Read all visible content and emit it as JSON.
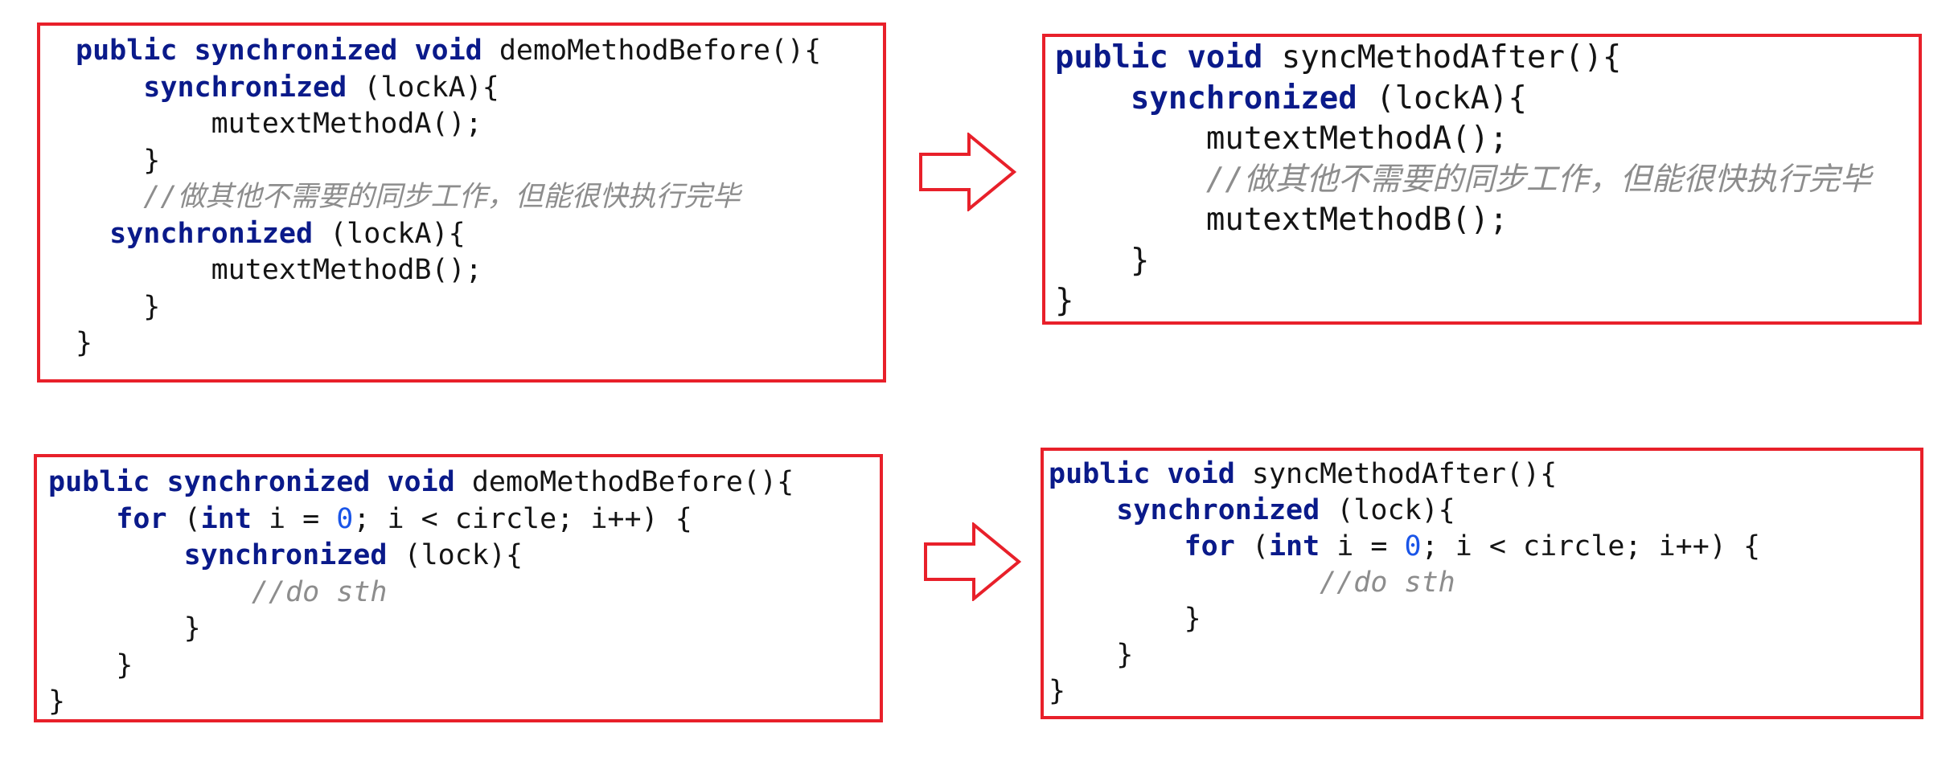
{
  "colors": {
    "frame": "#e8202a",
    "keyword": "#0a1a8a",
    "number": "#1a55e8",
    "comment": "#8d8d8d",
    "text": "#141414"
  },
  "panels": {
    "p1": {
      "lines": [
        [
          {
            "t": "public",
            "k": "kw"
          },
          {
            "t": " "
          },
          {
            "t": "synchronized",
            "k": "kw"
          },
          {
            "t": " "
          },
          {
            "t": "void",
            "k": "kw"
          },
          {
            "t": " demoMethodBefore(){"
          }
        ],
        [
          {
            "t": "    "
          },
          {
            "t": "synchronized",
            "k": "kw"
          },
          {
            "t": " (lockA){"
          }
        ],
        [
          {
            "t": "        mutextMethodA();"
          }
        ],
        [
          {
            "t": "    }"
          }
        ],
        [
          {
            "t": "    "
          },
          {
            "t": "//",
            "k": "cm"
          },
          {
            "t": "做其他不需要的同步工作，但能很快执行完毕",
            "k": "cm-zh"
          }
        ],
        [
          {
            "t": "  "
          },
          {
            "t": "synchronized",
            "k": "kw"
          },
          {
            "t": " (lockA){"
          }
        ],
        [
          {
            "t": "        mutextMethodB();"
          }
        ],
        [
          {
            "t": "    }"
          }
        ],
        [
          {
            "t": "}"
          }
        ]
      ]
    },
    "p2": {
      "lines": [
        [
          {
            "t": "public",
            "k": "kw"
          },
          {
            "t": " "
          },
          {
            "t": "void",
            "k": "kw"
          },
          {
            "t": " syncMethodAfter(){"
          }
        ],
        [
          {
            "t": "    "
          },
          {
            "t": "synchronized",
            "k": "kw"
          },
          {
            "t": " (lockA){"
          }
        ],
        [
          {
            "t": "        mutextMethodA();"
          }
        ],
        [
          {
            "t": "        "
          },
          {
            "t": "//",
            "k": "cm"
          },
          {
            "t": "做其他不需要的同步工作，但能很快执行完毕",
            "k": "cm-zh"
          }
        ],
        [
          {
            "t": "        mutextMethodB();"
          }
        ],
        [
          {
            "t": "    }"
          }
        ],
        [
          {
            "t": "}"
          }
        ]
      ]
    },
    "p3": {
      "lines": [
        [
          {
            "t": "public",
            "k": "kw"
          },
          {
            "t": " "
          },
          {
            "t": "synchronized",
            "k": "kw"
          },
          {
            "t": " "
          },
          {
            "t": "void",
            "k": "kw"
          },
          {
            "t": " demoMethodBefore(){"
          }
        ],
        [
          {
            "t": "    "
          },
          {
            "t": "for",
            "k": "kw"
          },
          {
            "t": " ("
          },
          {
            "t": "int",
            "k": "kw"
          },
          {
            "t": " i = "
          },
          {
            "t": "0",
            "k": "num"
          },
          {
            "t": "; i < circle; i++) {"
          }
        ],
        [
          {
            "t": "        "
          },
          {
            "t": "synchronized",
            "k": "kw"
          },
          {
            "t": " (lock){"
          }
        ],
        [
          {
            "t": "            "
          },
          {
            "t": "//do sth",
            "k": "cm"
          }
        ],
        [
          {
            "t": "        }"
          }
        ],
        [
          {
            "t": "    }"
          }
        ],
        [
          {
            "t": "}"
          }
        ]
      ]
    },
    "p4": {
      "lines": [
        [
          {
            "t": "public",
            "k": "kw"
          },
          {
            "t": " "
          },
          {
            "t": "void",
            "k": "kw"
          },
          {
            "t": " syncMethodAfter(){"
          }
        ],
        [
          {
            "t": "    "
          },
          {
            "t": "synchronized",
            "k": "kw"
          },
          {
            "t": " (lock){"
          }
        ],
        [
          {
            "t": "        "
          },
          {
            "t": "for",
            "k": "kw"
          },
          {
            "t": " ("
          },
          {
            "t": "int",
            "k": "kw"
          },
          {
            "t": " i = "
          },
          {
            "t": "0",
            "k": "num"
          },
          {
            "t": "; i < circle; i++) {"
          }
        ],
        [
          {
            "t": "                "
          },
          {
            "t": "//do sth",
            "k": "cm"
          }
        ],
        [
          {
            "t": "        }"
          }
        ],
        [
          {
            "t": "    }"
          }
        ],
        [
          {
            "t": "}"
          }
        ]
      ]
    }
  }
}
